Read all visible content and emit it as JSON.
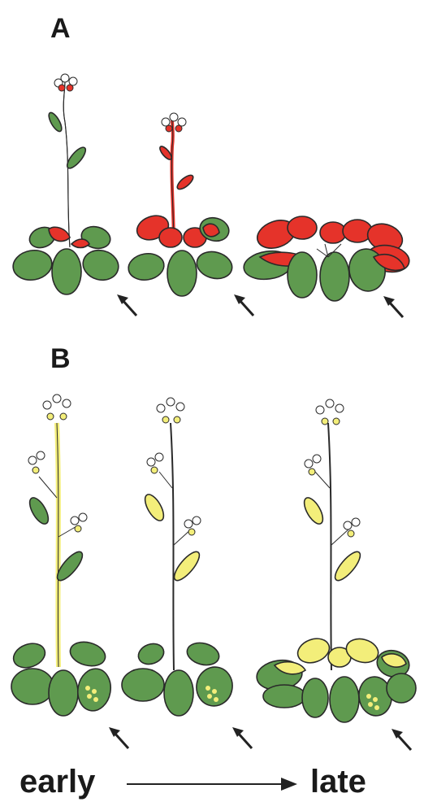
{
  "panels": {
    "a_label": "A",
    "b_label": "B"
  },
  "timeline": {
    "start_label": "early",
    "end_label": "late"
  },
  "colors": {
    "leaf_green": "#5f9a4f",
    "sector_red": "#e5332a",
    "sector_yellow": "#f3ee7a",
    "outline": "#2a2a2a",
    "arrow": "#222222"
  },
  "icons": {
    "rosette_arrow": "arrow-up-left-icon"
  }
}
